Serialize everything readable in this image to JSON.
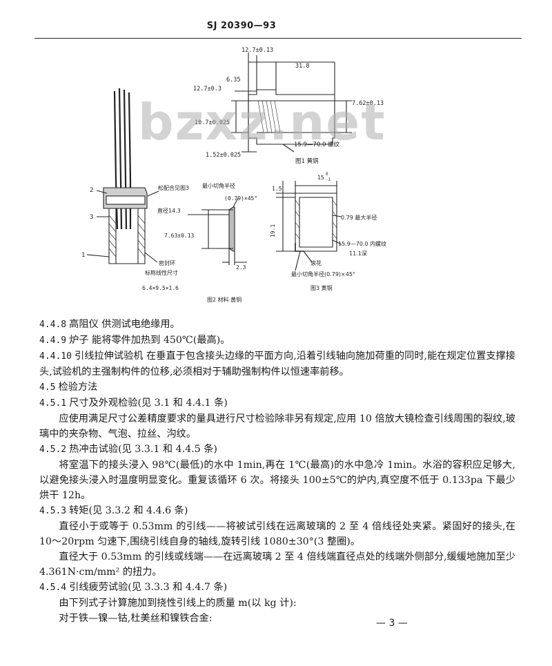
{
  "header": {
    "doc_code": "SJ 20390—93"
  },
  "watermark": "bzxz.net",
  "figure": {
    "fig1": {
      "dims": {
        "d1": "12.7±0.13",
        "d2": "31.8",
        "d3": "6.35",
        "d4": "12.7±0.3",
        "d5": "7.62±0.13",
        "d6": "10.7±0.025",
        "d7": "15.9—70.0 螺纹",
        "d8": "1.52±0.025"
      },
      "caption": "图1  黄铜"
    },
    "fig2": {
      "callouts": {
        "c1": "2",
        "c2": "3",
        "c3": "1"
      },
      "labels": {
        "fit": "松配合见图3",
        "min_radius": "最小切角半径",
        "chamfer": "(0.79)×45°",
        "dia": "直径14.3",
        "d_763": "7.63±0.13",
        "d_23": "2.3",
        "seal": "密封环",
        "nominal": "标称线性尺寸",
        "size": "6.4×9.5×1.6"
      },
      "caption": "图2  材料 黄铜"
    },
    "fig3": {
      "labels": {
        "top_dim": "15",
        "top_tol_plus": "0",
        "top_tol_minus": "-1",
        "d_15": "1.5",
        "d_191": "19.1",
        "max_radius": "0.79 最大半径",
        "thread": "15.9—70.0 内螺纹",
        "depth": "11.1深",
        "knurl": "滚花",
        "min_radius": "最小切角半径(0.79)×45°"
      },
      "caption": "图3  黄铜"
    }
  },
  "body": {
    "p1": {
      "num": "4.4.8",
      "text": "高阻仪  供测试电绝缘用。"
    },
    "p2": {
      "num": "4.4.9",
      "text": "炉子  能将零件加热到 450℃(最高)。"
    },
    "p3": {
      "num": "4.4.10",
      "text": "引线拉伸试验机  在垂直于包含接头边缘的平面方向,沿着引线轴向施加荷重的同时,能在规定位置支撑接头,试验机的主强制构件的位移,必须相对于辅助强制构件以恒速率前移。"
    },
    "p4": {
      "num": "4.5",
      "text": "检验方法"
    },
    "p5": {
      "num": "4.5.1",
      "text": "尺寸及外观检验(见 3.1 和 4.4.1 条)"
    },
    "p6": {
      "text": "应使用满足尺寸公差精度要求的量具进行尺寸检验除非另有规定,应用 10 倍放大镜检查引线周围的裂纹,玻璃中的夹杂物、气泡、拉丝、沟纹。"
    },
    "p7": {
      "num": "4.5.2",
      "text": "热冲击试验(见 3.3.1 和 4.4.5 条)"
    },
    "p8": {
      "text": "将室温下的接头浸入 98℃(最低)的水中 1min,再在 1℃(最高)的水中急冷 1min。水浴的容积应足够大,以避免接头浸入时温度明显变化。重复该循环 6 次。将接头 100±5℃的炉内,真空度不低于 0.133pa 下最少烘干 12h。"
    },
    "p9": {
      "num": "4.5.3",
      "text": "转矩(见 3.3.2 和 4.4.6 条)"
    },
    "p10": {
      "text": "直径小于或等于 0.53mm 的引线——将被试引线在远离玻璃的 2 至 4 倍线径处夹紧。紧固好的接头,在 10～20rpm 匀速下,围绕引线自身的轴线,旋转引线 1080±30°(3 整圈)。"
    },
    "p11": {
      "text": "直径大于 0.53mm 的引线或线端——在远离玻璃 2 至 4 倍线端直径点处的线端外侧部分,缓缓地施加至少 4.361N·cm/mm² 的扭力。"
    },
    "p12": {
      "num": "4.5.4",
      "text": "引线疲劳试验(见 3.3.3 和 4.4.7 条)"
    },
    "p13": {
      "text": "由下列式子计算施加到挠性引线上的质量 m(以 kg 计):"
    },
    "p14": {
      "text": "对于铁—镍—钴,杜美丝和镍铁合金:"
    }
  },
  "footer": {
    "page": "— 3 —"
  }
}
